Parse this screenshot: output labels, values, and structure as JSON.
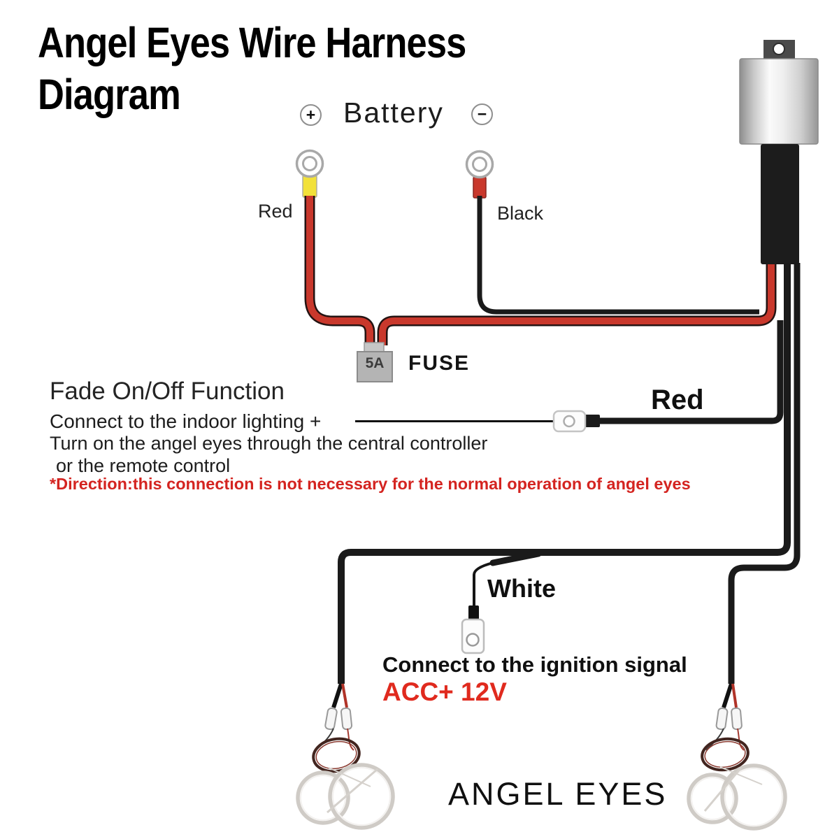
{
  "title": {
    "line1": "Angel Eyes Wire Harness",
    "line2": "Diagram"
  },
  "battery": {
    "label": "Battery",
    "positive_symbol": "+",
    "negative_symbol": "−"
  },
  "wire_labels": {
    "positive_wire": "Red",
    "negative_wire": "Black",
    "output_red": "Red",
    "ignition_white": "White"
  },
  "fuse": {
    "rating": "5A",
    "label": "FUSE"
  },
  "fade_function": {
    "heading": "Fade On/Off Function",
    "line1": "Connect to the indoor lighting +",
    "line2": "Turn on the angel eyes through the central controller",
    "line3": "or the remote control",
    "warning": "*Direction:this connection is not necessary for the normal operation of angel eyes"
  },
  "ignition": {
    "line1": "Connect to the ignition signal",
    "line2": "ACC+ 12V"
  },
  "footer": {
    "label": "ANGEL EYES"
  },
  "colors": {
    "wire_red": "#c9382c",
    "wire_red_outline": "#241312",
    "wire_black": "#1a1a1a",
    "crimp_yellow": "#f2e13a",
    "crimp_red": "#c9382c",
    "warning_red": "#d42420",
    "acc_red": "#e02a1e",
    "fuse_gray": "#b4b4b4",
    "relay_gray": "#4a4a4a",
    "terminal_stroke": "#a8a8a8",
    "ring_white": "#cfcbc6",
    "ring_dark": "#42251f"
  }
}
